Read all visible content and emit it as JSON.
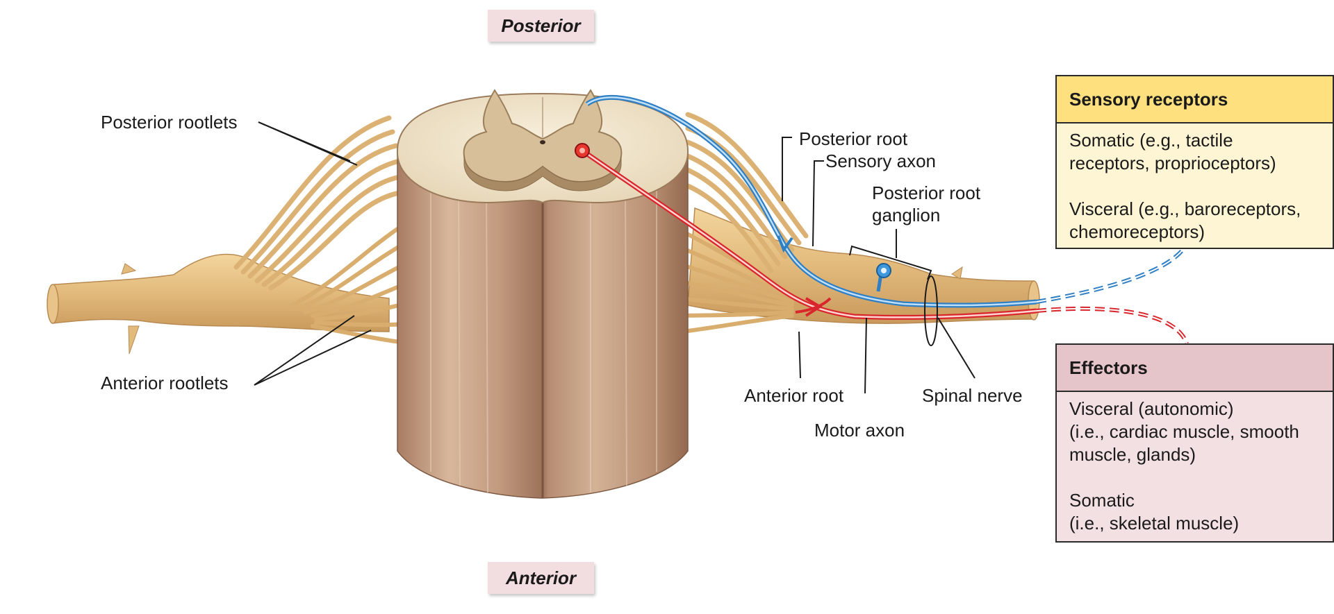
{
  "orientation": {
    "posterior": "Posterior",
    "anterior": "Anterior"
  },
  "labels": {
    "posterior_rootlets": "Posterior rootlets",
    "anterior_rootlets": "Anterior rootlets",
    "posterior_root": "Posterior root",
    "sensory_axon": "Sensory axon",
    "posterior_root_ganglion_line1": "Posterior root",
    "posterior_root_ganglion_line2": "ganglion",
    "anterior_root": "Anterior root",
    "motor_axon": "Motor axon",
    "spinal_nerve": "Spinal nerve"
  },
  "sensory_receptors": {
    "title": "Sensory receptors",
    "somatic_line1": "Somatic (e.g., tactile",
    "somatic_line2": "receptors, proprioceptors)",
    "visceral_line1": "Visceral (e.g., baroreceptors,",
    "visceral_line2": "chemoreceptors)"
  },
  "effectors": {
    "title": "Effectors",
    "visceral_line1": "Visceral (autonomic)",
    "visceral_line2": "(i.e., cardiac muscle, smooth",
    "visceral_line3": "muscle, glands)",
    "somatic_line1": "Somatic",
    "somatic_line2": "(i.e., skeletal muscle)"
  },
  "colors": {
    "nerve": "#e2bb7e",
    "cord": "#c9a286",
    "white_matter": "#f1e6cf",
    "gray_matter": "#d2bb96",
    "sensory_pathway": "#2f7fc4",
    "motor_pathway": "#d9262c",
    "sensory_box_header": "#ffe07e",
    "effectors_box_header": "#e5c5c9"
  }
}
